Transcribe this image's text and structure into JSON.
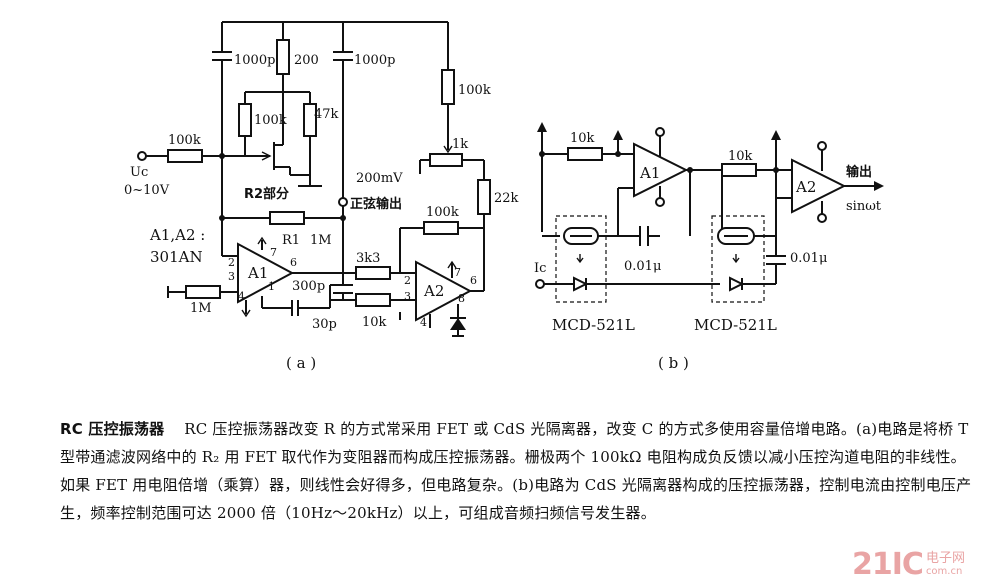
{
  "circuit_a": {
    "c1": "1000p",
    "r200": "200",
    "c2": "1000p",
    "r100k_top": "100k",
    "r100k_gate": "100k",
    "r47k": "47k",
    "r100k_in": "100k",
    "uc_label": "Uc",
    "uc_range": "0~10V",
    "r2_part": "R2部分",
    "voltage_200mv": "200mV",
    "pot_1k": "1k",
    "r22k": "22k",
    "sine_out": "正弦输出",
    "amps": "A1,A2 :",
    "amp_model": "301AN",
    "r1": "R1",
    "r1_val": "1M",
    "r100k_fb": "100k",
    "r3k3": "3k3",
    "c300p": "300p",
    "c30p": "30p",
    "r10k": "10k",
    "r1m_gnd": "1M",
    "a1": "A1",
    "a2": "A2",
    "pin2": "2",
    "pin3": "3",
    "pin4": "4",
    "pin6": "6",
    "pin7": "7",
    "pin1": "1",
    "pin8": "8",
    "caption": "( a )"
  },
  "circuit_b": {
    "r10k_1": "10k",
    "r10k_2": "10k",
    "a1": "A1",
    "a2": "A2",
    "c1": "0.01μ",
    "c2": "0.01μ",
    "ic": "Ic",
    "out_label": "输出",
    "out_wave": "sinωt",
    "mcd1": "MCD-521L",
    "mcd2": "MCD-521L",
    "caption": "( b )"
  },
  "paragraph": {
    "title": "RC 压控振荡器",
    "body": "RC 压控振荡器改变 R 的方式常采用 FET 或 CdS 光隔离器，改变 C 的方式多使用容量倍增电路。(a)电路是将桥 T 型带通滤波网络中的 R₂ 用 FET 取代作为变阻器而构成压控振荡器。栅极两个 100kΩ 电阻构成负反馈以减小压控沟道电阻的非线性。如果 FET 用电阻倍增（乘算）器，则线性会好得多，但电路复杂。(b)电路为 CdS 光隔离器构成的压控振荡器，控制电流由控制电压产生，频率控制范围可达 2000 倍（10Hz～20kHz）以上，可组成音频扫频信号发生器。"
  },
  "watermark": {
    "big": "21IC",
    "cn": "电子网",
    "url": "com.cn"
  }
}
